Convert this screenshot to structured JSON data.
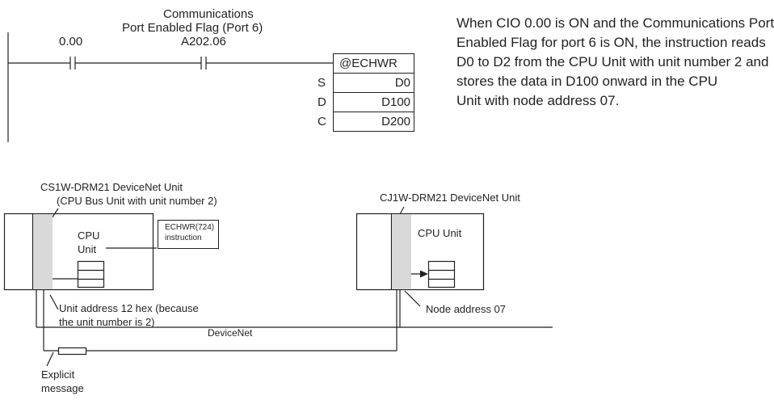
{
  "ladder": {
    "contact1_address": "0.00",
    "flag_title_line1": "Communications",
    "flag_title_line2": "Port Enabled Flag (Port 6)",
    "contact2_address": "A202.06",
    "instruction": "@ECHWR",
    "operands": [
      {
        "label": "S",
        "value": "D0"
      },
      {
        "label": "D",
        "value": "D100"
      },
      {
        "label": "C",
        "value": "D200"
      }
    ]
  },
  "description": {
    "lines": [
      "When CIO 0.00 is ON and the Communications Port",
      "Enabled Flag for port 6 is ON, the instruction reads",
      "D0 to D2 from the CPU Unit with unit number 2 and",
      "stores the data in D100 onward in the CPU",
      "Unit with node address 07."
    ]
  },
  "diagram": {
    "left_unit_title": "CS1W-DRM21 DeviceNet Unit",
    "left_unit_subtitle": "(CPU Bus Unit with unit number 2)",
    "left_cpu_line1": "CPU",
    "left_cpu_line2": "Unit",
    "note_line1": "ECHWR(724)",
    "note_line2": "instruction",
    "unit_address_line1": "Unit address 12 hex (because",
    "unit_address_line2": "the unit number is 2)",
    "network": "DeviceNet",
    "right_unit_title": "CJ1W-DRM21 DeviceNet Unit",
    "right_cpu": "CPU Unit",
    "node_address": "Node address 07",
    "message_line1": "Explicit",
    "message_line2": "message"
  }
}
